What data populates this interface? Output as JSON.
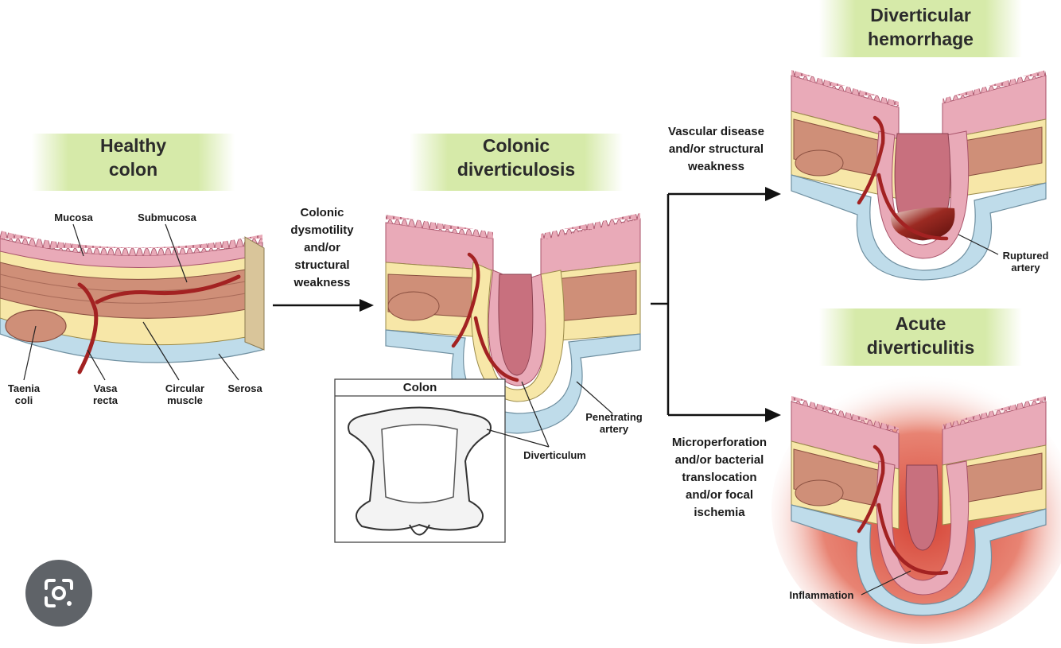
{
  "titles": {
    "healthy": [
      "Healthy",
      "colon"
    ],
    "diverticulosis": [
      "Colonic",
      "diverticulosis"
    ],
    "hemorrhage": [
      "Diverticular",
      "hemorrhage"
    ],
    "diverticulitis": [
      "Acute",
      "diverticulitis"
    ]
  },
  "labels": {
    "mucosa": "Mucosa",
    "submucosa": "Submucosa",
    "taenia_coli": [
      "Taenia",
      "coli"
    ],
    "vasa_recta": [
      "Vasa",
      "recta"
    ],
    "circular_muscle": [
      "Circular",
      "muscle"
    ],
    "serosa": "Serosa",
    "colon_inset": "Colon",
    "diverticulum": "Diverticulum",
    "penetrating_artery": [
      "Penetrating",
      "artery"
    ],
    "ruptured_artery": [
      "Ruptured",
      "artery"
    ],
    "inflammation": "Inflammation"
  },
  "transitions": {
    "to_diverticulosis": [
      "Colonic",
      "dysmotility",
      "and/or",
      "structural",
      "weakness"
    ],
    "to_hemorrhage": [
      "Vascular disease",
      "and/or structural",
      "weakness"
    ],
    "to_diverticulitis": [
      "Microperforation",
      "and/or bacterial",
      "translocation",
      "and/or focal",
      "ischemia"
    ]
  },
  "colors": {
    "title_band": "#d6eaa9",
    "mucosa": "#e9aab8",
    "submucosa": "#f7e7a8",
    "muscle": "#cf8f78",
    "serosa": "#bfdcea",
    "artery": "#a32222",
    "inflammation": "#d33a2c",
    "lens_button": "#5f6368"
  },
  "icons": {
    "lens": "google-lens-icon"
  }
}
